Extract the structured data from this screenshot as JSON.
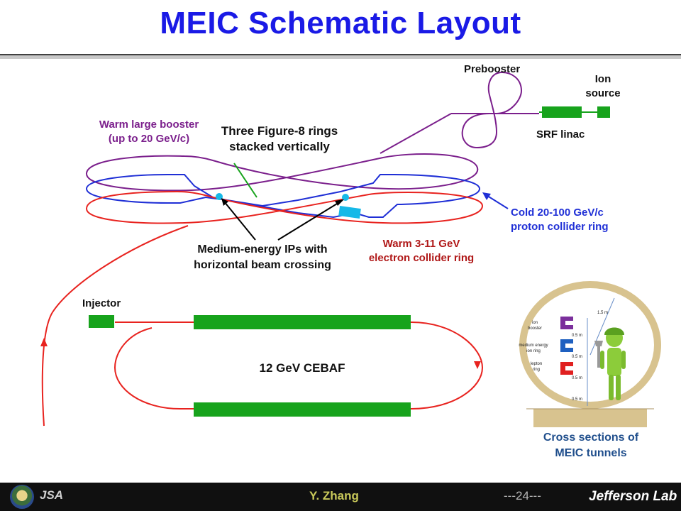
{
  "title": "MEIC Schematic Layout",
  "labels": {
    "prebooster": "Prebooster",
    "ion_source_1": "Ion",
    "ion_source_2": "source",
    "srf_linac": "SRF linac",
    "warm_booster_1": "Warm large booster",
    "warm_booster_2": "(up to 20 GeV/c)",
    "three_rings_1": "Three Figure-8 rings",
    "three_rings_2": "stacked vertically",
    "cold_ring_1": "Cold 20-100 GeV/c",
    "cold_ring_2": "proton collider ring",
    "warm_electron_1": "Warm 3-11 GeV",
    "warm_electron_2": "electron collider ring",
    "ips_1": "Medium-energy IPs with",
    "ips_2": "horizontal beam crossing",
    "injector": "Injector",
    "cebaf": "12 GeV CEBAF"
  },
  "tunnel": {
    "ion_booster_1": "ion",
    "ion_booster_2": "booster",
    "medium_ring_1": "medium energy",
    "medium_ring_2": "ion ring",
    "lepton_ring_1": "lepton",
    "lepton_ring_2": "ring",
    "dim_top": "1.5 m",
    "dim_a": "0.5 m",
    "dim_b": "0.5 m",
    "dim_c": "0.5 m",
    "dim_bottom": "0.5 m",
    "caption_1": "Cross sections of",
    "caption_2": "MEIC tunnels"
  },
  "footer": {
    "name": "Y. Zhang",
    "page": "---24---",
    "lab": "Jefferson Lab",
    "partner": "JSA"
  },
  "colors": {
    "title": "#1a1ae6",
    "purple_ring": "#7b1f8c",
    "blue_ring": "#1f2fd6",
    "red_ring": "#e8231f",
    "green": "#17a31c",
    "cyan": "#16b9e8",
    "dark_red_label": "#b01818"
  }
}
